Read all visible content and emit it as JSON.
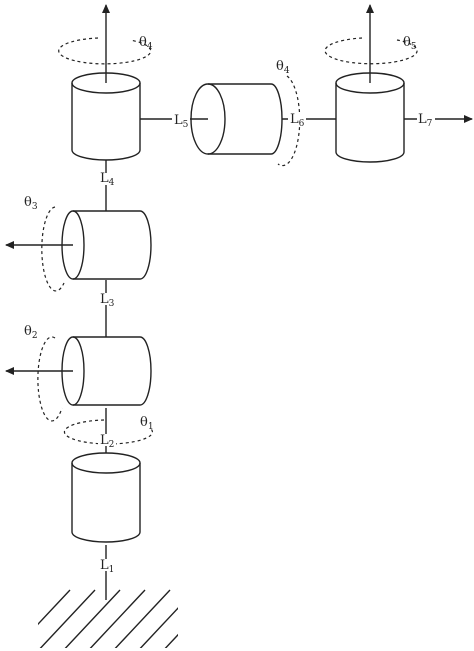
{
  "labels": {
    "L1": {
      "sym": "L",
      "sub": "1"
    },
    "L2": {
      "sym": "L",
      "sub": "2"
    },
    "L3": {
      "sym": "L",
      "sub": "3"
    },
    "L4": {
      "sym": "L",
      "sub": "4"
    },
    "L5": {
      "sym": "L",
      "sub": "5"
    },
    "L6": {
      "sym": "L",
      "sub": "6"
    },
    "L7": {
      "sym": "L",
      "sub": "7"
    },
    "theta1": {
      "sym": "θ",
      "sub": "1"
    },
    "theta2": {
      "sym": "θ",
      "sub": "2"
    },
    "theta3": {
      "sym": "θ",
      "sub": "3"
    },
    "theta4a": {
      "sym": "θ",
      "sub": "4"
    },
    "theta4b": {
      "sym": "θ",
      "sub": "4"
    },
    "theta5": {
      "sym": "θ",
      "sub": "5"
    }
  }
}
